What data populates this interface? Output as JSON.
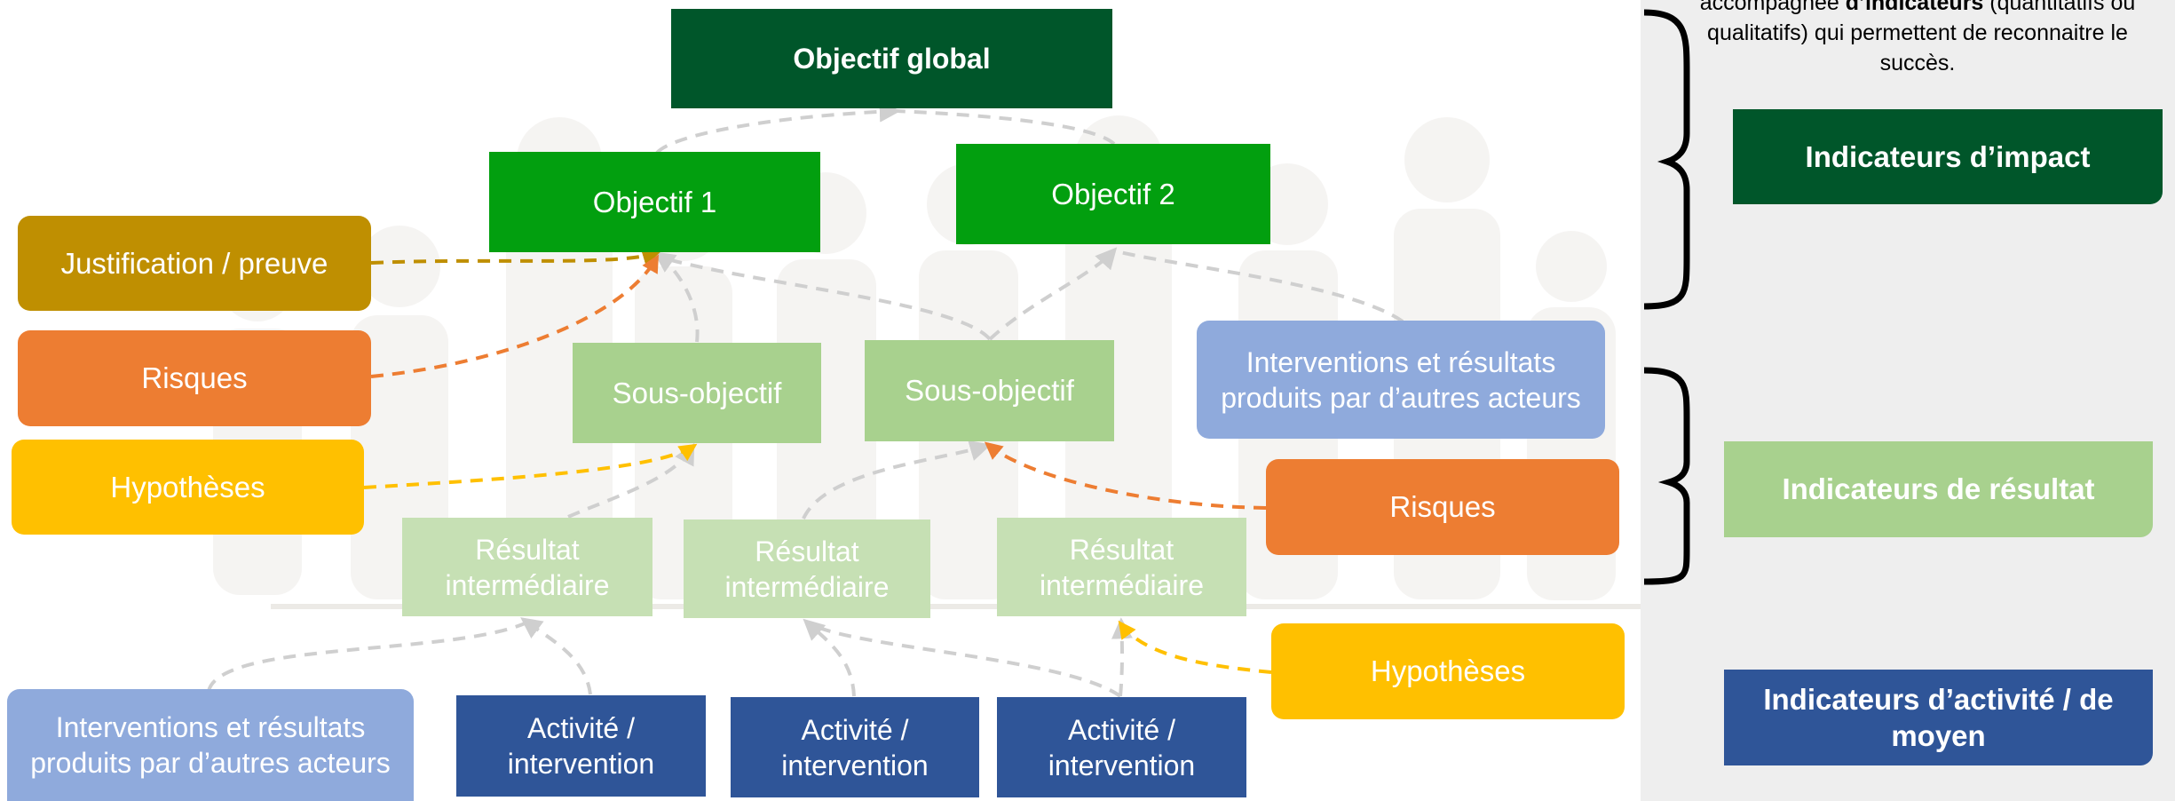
{
  "note": {
    "line1_pre": "accompagnée ",
    "line1_bold": "d’indicateurs",
    "line1_post": " (quantitatifs ou",
    "line2": "qualitatifs) qui permettent de reconnaitre le",
    "line3": "succès."
  },
  "diagram": {
    "objectif_global": "Objectif global",
    "objectif_1": "Objectif 1",
    "objectif_2": "Objectif 2",
    "sous_objectif_1": "Sous-objectif",
    "sous_objectif_2": "Sous-objectif",
    "resultat_1": "Résultat intermédiaire",
    "resultat_2": "Résultat intermédiaire",
    "resultat_3": "Résultat intermédiaire",
    "activite_1": "Activité / intervention",
    "activite_2": "Activité / intervention",
    "activite_3": "Activité / intervention",
    "justification": "Justification / preuve",
    "risques_left": "Risques",
    "hypotheses_left": "Hypothèses",
    "interventions_bottom": "Interventions et résultats produits par d’autres acteurs",
    "interventions_right": "Interventions et résultats produits par d’autres acteurs",
    "risques_right": "Risques",
    "hypotheses_right": "Hypothèses"
  },
  "indicators": {
    "impact": "Indicateurs d’impact",
    "resultat": "Indicateurs de résultat",
    "activite": "Indicateurs d’activité / de moyen"
  },
  "colors": {
    "dark_green": "#00562a",
    "green": "#029f0f",
    "light_green": "#a8d18e",
    "pale_green": "#c6e0b4",
    "navy": "#2f5598",
    "light_blue": "#8faadc",
    "orange": "#ed7d32",
    "yellow": "#ffc000",
    "gold": "#bf8f01",
    "connector_grey": "#cfcfcf"
  }
}
